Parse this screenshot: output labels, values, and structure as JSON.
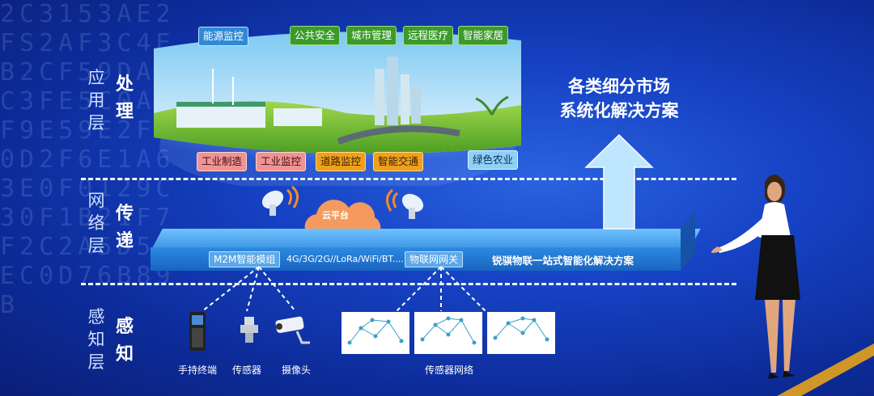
{
  "layers": {
    "application": {
      "vertical": [
        "应",
        "用",
        "层"
      ],
      "bold": [
        "处",
        "理"
      ]
    },
    "network": {
      "vertical": [
        "网",
        "络",
        "层"
      ],
      "bold": [
        "传",
        "递"
      ]
    },
    "perception": {
      "vertical": [
        "感",
        "知",
        "层"
      ],
      "bold": [
        "感",
        "知"
      ]
    }
  },
  "app_tags_top": [
    "能源监控",
    "公共安全",
    "城市管理",
    "远程医疗",
    "智能家居"
  ],
  "app_tags_bottom": [
    "工业制造",
    "工业监控",
    "道路监控",
    "智能交通",
    "绿色农业"
  ],
  "cloud_label": "云平台",
  "platform": {
    "m2m": "M2M智能模组",
    "networks": "4G/3G/2G//LoRa/WiFi/BT....",
    "gateway": "物联网网关",
    "solution": "锐骐物联一站式智能化解决方案"
  },
  "headline": [
    "各类细分市场",
    "系统化解决方案"
  ],
  "devices": [
    "手持终端",
    "传感器",
    "摄像头",
    "传感器网络"
  ],
  "colors": {
    "background": "#1642c4",
    "dash": "#ffffff",
    "arrow": "#bfe6ff"
  },
  "background_digits": "2C3153AE2FS2AF3C4EB2CF59DA3C3FE5C0A5F9E59E2FA0D2F6E1A63E0F0129C30F1B21F7F2C2A5D59EC0D76B89B"
}
